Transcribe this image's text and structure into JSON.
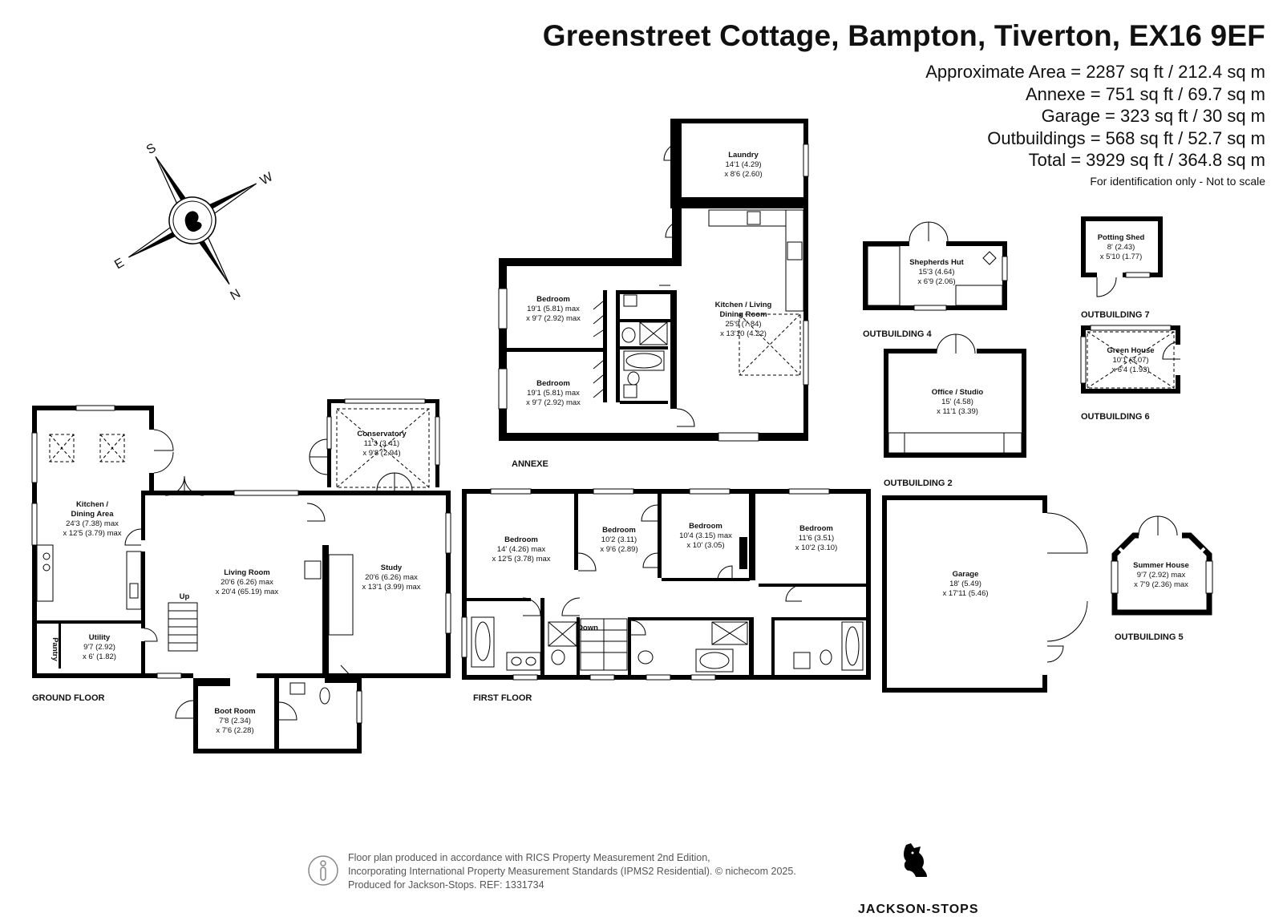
{
  "header": {
    "title": "Greenstreet Cottage, Bampton, Tiverton, EX16 9EF",
    "areas": [
      "Approximate Area = 2287 sq ft / 212.4 sq m",
      "Annexe  = 751 sq ft / 69.7 sq m",
      "Garage  = 323 sq ft / 30 sq m",
      "Outbuildings = 568 sq ft / 52.7 sq m",
      "Total = 3929 sq ft / 364.8 sq m"
    ],
    "note": "For identification only - Not to scale"
  },
  "compass": {
    "labels": [
      "S",
      "W",
      "N",
      "E"
    ]
  },
  "section_labels": {
    "ground_floor": "GROUND FLOOR",
    "first_floor": "FIRST FLOOR",
    "annexe": "ANNEXE",
    "outbuilding_2": "OUTBUILDING 2",
    "outbuilding_4": "OUTBUILDING 4",
    "outbuilding_5": "OUTBUILDING 5",
    "outbuilding_6": "OUTBUILDING 6",
    "outbuilding_7": "OUTBUILDING 7"
  },
  "rooms": {
    "kitchen_dining": {
      "name1": "Kitchen /",
      "name2": "Dining Area",
      "dim1": "24'3 (7.38) max",
      "dim2": "x 12'5 (3.79) max"
    },
    "utility": {
      "name": "Utility",
      "dim1": "9'7 (2.92)",
      "dim2": "x 6' (1.82)"
    },
    "pantry": {
      "name": "Pantry"
    },
    "living_room": {
      "name": "Living Room",
      "dim1": "20'6 (6.26) max",
      "dim2": "x 20'4 (65.19) max"
    },
    "stairs_up": {
      "name": "Up"
    },
    "conservatory": {
      "name": "Conservatory",
      "dim1": "11'3 (3.41)",
      "dim2": "x 9'8 (2.94)"
    },
    "study": {
      "name": "Study",
      "dim1": "20'6 (6.26) max",
      "dim2": "x 13'1 (3.99) max"
    },
    "boot_room": {
      "name": "Boot Room",
      "dim1": "7'8 (2.34)",
      "dim2": "x 7'6 (2.28)"
    },
    "ff_bedroom_1": {
      "name": "Bedroom",
      "dim1": "14' (4.26) max",
      "dim2": "x 12'5 (3.78) max"
    },
    "ff_bedroom_2": {
      "name": "Bedroom",
      "dim1": "10'2 (3.11)",
      "dim2": "x 9'6 (2.89)"
    },
    "ff_bedroom_3": {
      "name": "Bedroom",
      "dim1": "10'4 (3.15) max",
      "dim2": "x 10' (3.05)"
    },
    "ff_bedroom_4": {
      "name": "Bedroom",
      "dim1": "11'6 (3.51)",
      "dim2": "x 10'2 (3.10)"
    },
    "stairs_down": {
      "name": "Down"
    },
    "laundry": {
      "name": "Laundry",
      "dim1": "14'1 (4.29)",
      "dim2": "x 8'6 (2.60)"
    },
    "annexe_bedroom_1": {
      "name": "Bedroom",
      "dim1": "19'1 (5.81) max",
      "dim2": "x 9'7 (2.92) max"
    },
    "annexe_bedroom_2": {
      "name": "Bedroom",
      "dim1": "19'1 (5.81) max",
      "dim2": "x 9'7 (2.92) max"
    },
    "annexe_kitchen": {
      "name1": "Kitchen / Living",
      "name2": "Dining Room",
      "dim1": "25'9 (7.84)",
      "dim2": "x 13'10 (4.22)"
    },
    "shepherds_hut": {
      "name": "Shepherds Hut",
      "dim1": "15'3 (4.64)",
      "dim2": "x 6'9 (2.06)"
    },
    "office_studio": {
      "name": "Office / Studio",
      "dim1": "15' (4.58)",
      "dim2": "x 11'1 (3.39)"
    },
    "potting_shed": {
      "name": "Potting Shed",
      "dim1": "8' (2.43)",
      "dim2": "x 5'10 (1.77)"
    },
    "green_house": {
      "name": "Green House",
      "dim1": "10'1 (3.07)",
      "dim2": "x 6'4 (1.93)"
    },
    "garage": {
      "name": "Garage",
      "dim1": "18' (5.49)",
      "dim2": "x 17'11 (5.46)"
    },
    "summer_house": {
      "name": "Summer House",
      "dim1": "9'7 (2.92) max",
      "dim2": "x 7'9 (2.36) max"
    }
  },
  "footer": {
    "line1": "Floor plan produced in accordance with RICS Property Measurement 2nd Edition,",
    "line2": "Incorporating International Property Measurement Standards (IPMS2 Residential).  © nichecom 2025.",
    "line3": "Produced for Jackson-Stops.    REF:  1331734",
    "brand": "JACKSON-STOPS"
  }
}
